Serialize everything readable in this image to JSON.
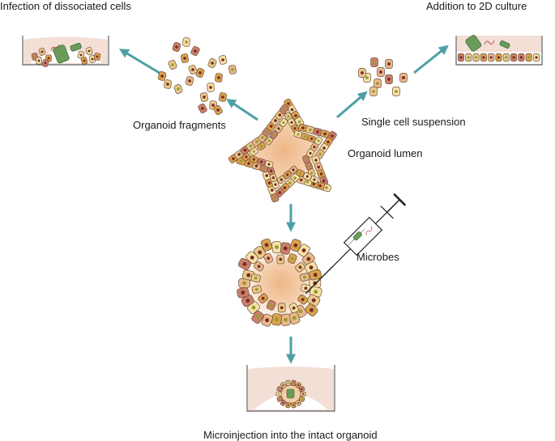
{
  "labels": {
    "infection": "Infection of dissociated cells",
    "addition": "Addition to 2D culture",
    "fragments": "Organoid fragments",
    "single_cell": "Single cell suspension",
    "lumen": "Organoid lumen",
    "microbes": "Microbes",
    "microinjection": "Microinjection into the intact organoid"
  },
  "colors": {
    "arrow": "#4e9fa6",
    "dish_fill": "#f3dfd6",
    "dish_stroke": "#6e6e6e",
    "lumen": "#eeb585",
    "cell_outline": "#6b4a37",
    "cell_colors": [
      "#f6e2a6",
      "#e9c98c",
      "#d9a24e",
      "#c9806a",
      "#e8b98a"
    ],
    "nucleus_dark": "#7a2b24",
    "nucleus_olive": "#9a9a35",
    "microbe": "#6a9c59",
    "microbe_outline": "#3e6a3c",
    "flagellum": "#b23a3a"
  }
}
